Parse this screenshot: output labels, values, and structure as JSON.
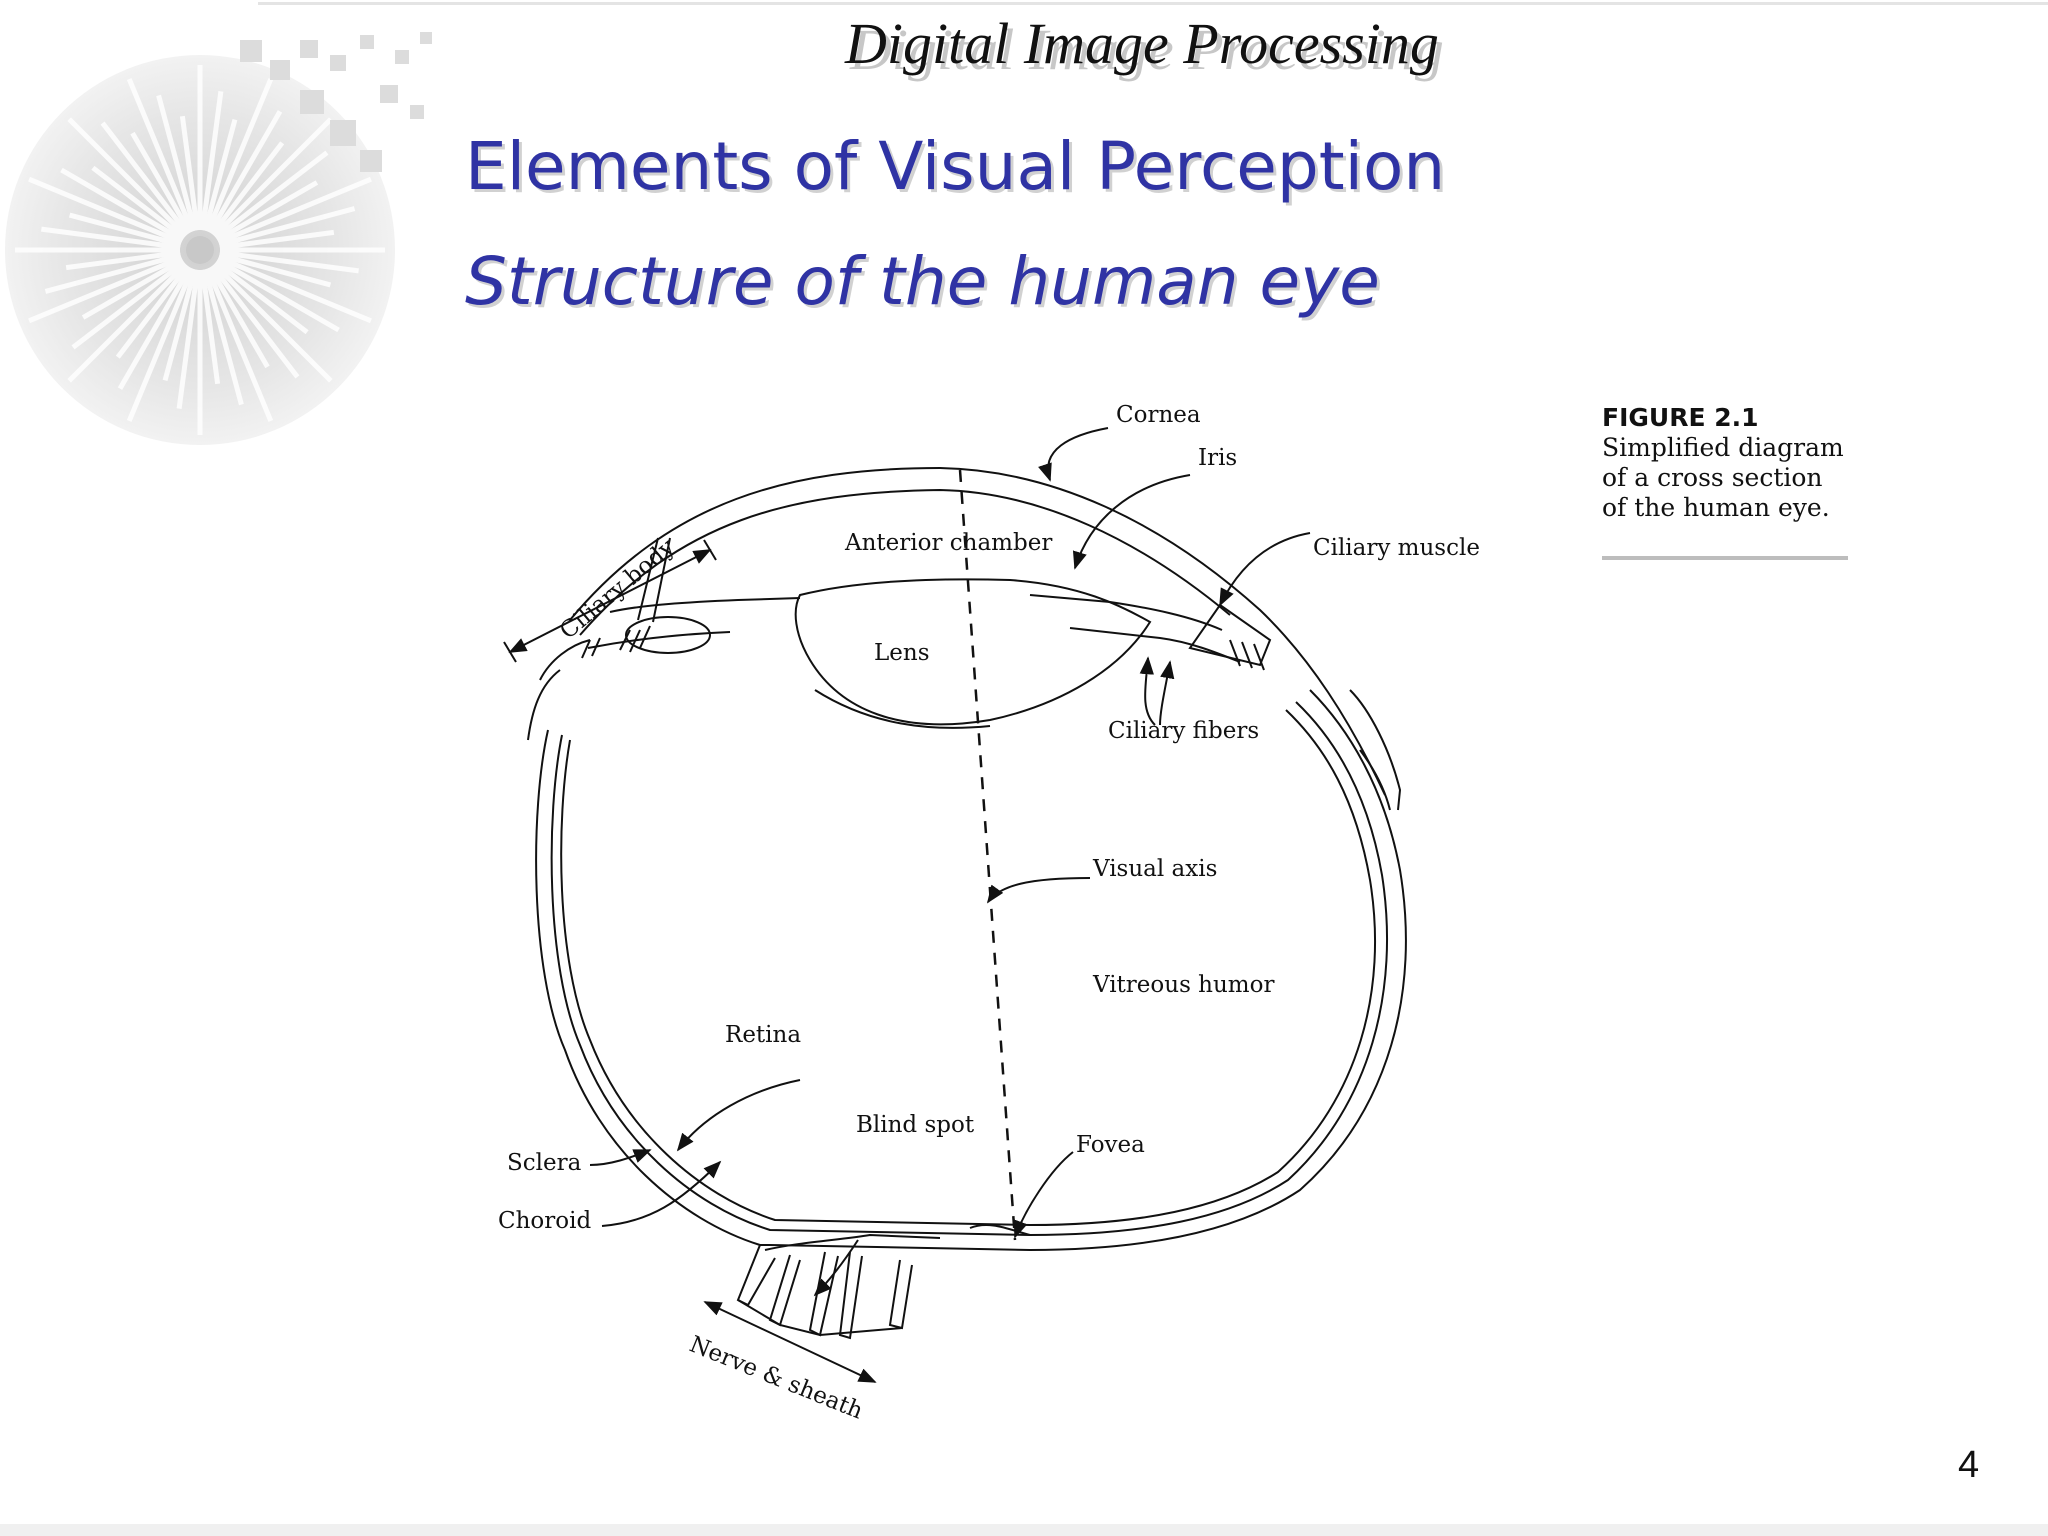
{
  "header": {
    "course_title": "Digital Image Processing"
  },
  "slide": {
    "title": "Elements of Visual Perception",
    "subtitle": "Structure of the human eye",
    "page_number": "4"
  },
  "figure": {
    "number": "FIGURE 2.1",
    "caption": "Simplified diagram of a cross section of the human eye.",
    "labels": {
      "cornea": "Cornea",
      "iris": "Iris",
      "anterior_chamber": "Anterior chamber",
      "ciliary_muscle": "Ciliary muscle",
      "ciliary_body": "Ciliary body",
      "lens": "Lens",
      "ciliary_fibers": "Ciliary fibers",
      "visual_axis": "Visual axis",
      "vitreous_humor": "Vitreous humor",
      "retina": "Retina",
      "blind_spot": "Blind spot",
      "fovea": "Fovea",
      "sclera": "Sclera",
      "choroid": "Choroid",
      "nerve_sheath": "Nerve & sheath"
    }
  },
  "colors": {
    "title": "#2f33a4",
    "text": "#111111"
  },
  "icons": {
    "logo": "radial-burst-logo"
  }
}
